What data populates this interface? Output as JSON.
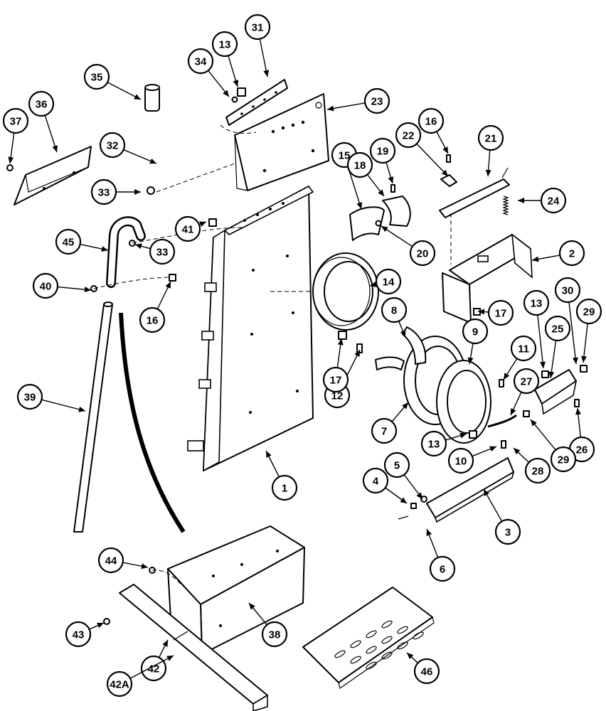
{
  "callouts": [
    {
      "id": "1"
    },
    {
      "id": "2"
    },
    {
      "id": "3"
    },
    {
      "id": "4"
    },
    {
      "id": "5"
    },
    {
      "id": "6"
    },
    {
      "id": "7"
    },
    {
      "id": "8"
    },
    {
      "id": "9"
    },
    {
      "id": "10"
    },
    {
      "id": "11"
    },
    {
      "id": "12"
    },
    {
      "id": "13"
    },
    {
      "id": "13"
    },
    {
      "id": "13"
    },
    {
      "id": "14"
    },
    {
      "id": "15"
    },
    {
      "id": "16"
    },
    {
      "id": "16"
    },
    {
      "id": "17"
    },
    {
      "id": "17"
    },
    {
      "id": "18"
    },
    {
      "id": "19"
    },
    {
      "id": "20"
    },
    {
      "id": "21"
    },
    {
      "id": "22"
    },
    {
      "id": "23"
    },
    {
      "id": "24"
    },
    {
      "id": "25"
    },
    {
      "id": "26"
    },
    {
      "id": "27"
    },
    {
      "id": "28"
    },
    {
      "id": "29"
    },
    {
      "id": "29"
    },
    {
      "id": "30"
    },
    {
      "id": "31"
    },
    {
      "id": "32"
    },
    {
      "id": "33"
    },
    {
      "id": "33"
    },
    {
      "id": "34"
    },
    {
      "id": "35"
    },
    {
      "id": "36"
    },
    {
      "id": "37"
    },
    {
      "id": "38"
    },
    {
      "id": "39"
    },
    {
      "id": "40"
    },
    {
      "id": "41"
    },
    {
      "id": "42"
    },
    {
      "id": "42A"
    },
    {
      "id": "43"
    },
    {
      "id": "44"
    },
    {
      "id": "45"
    },
    {
      "id": "46"
    }
  ]
}
